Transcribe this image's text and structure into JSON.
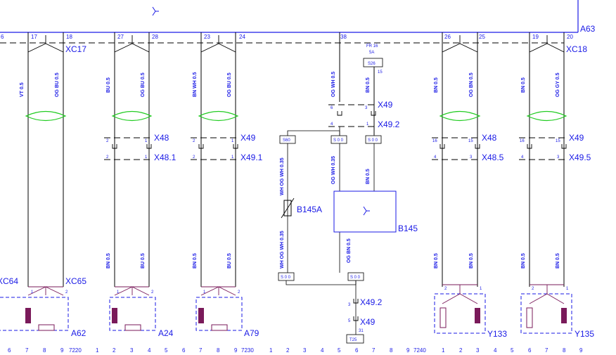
{
  "title": "A63",
  "top_pins": [
    "6",
    "17",
    "18",
    "27",
    "28",
    "23",
    "24",
    "38",
    "26",
    "25",
    "19",
    "20"
  ],
  "connectors": {
    "xc17": "XC17",
    "xc18": "XC18",
    "x48_a": "X48",
    "x48_1": "X48.1",
    "x49_a": "X49",
    "x49_1": "X49.1",
    "x49_b": "X49",
    "x49_2": "X49.2",
    "x48_b": "X48",
    "x48_5": "X48.5",
    "x49_c": "X49",
    "x49_5": "X49.5",
    "x49_2b": "X49.2",
    "x49_d": "X49",
    "xc64": "XC64",
    "xc65": "XC65"
  },
  "wire_labels": {
    "w1": "VT 0.5",
    "w2": "OG BU 0.5",
    "w3": "BU 0.5",
    "w4": "OG BU 0.5",
    "w5": "BN WH 0.5",
    "w6": "OG BU 0.5",
    "w7": "OG WH 0.5",
    "w8": "BN 0.5",
    "w9": "BN 0.5",
    "w10": "OG BN 0.5",
    "w11": "BN 0.5",
    "w12": "OG GY 0.5",
    "w13": "WH OG WH 0.35",
    "w14": "OG WH 0.35",
    "w15": "BN 0.5",
    "w16": "WH OG WH 0.35",
    "w17": "OG BN 0.5",
    "b1": "BN 0.5",
    "b2": "BU 0.5",
    "b3": "BN 0.5",
    "b4": "BU 0.5",
    "b5": "BN 0.5",
    "b6": "BN 0.5",
    "b7": "BN 0.5",
    "b8": "BN 0.5"
  },
  "fuse": {
    "name": "FR 16",
    "rating": "5A",
    "ref": "S26",
    "pin": "15"
  },
  "components": {
    "b145a": "B145A",
    "b145": "B145",
    "a62": "A62",
    "a24": "A24",
    "a79": "A79",
    "y133": "Y133",
    "y135": "Y135"
  },
  "splices": {
    "s1": "S60",
    "s2": "S 0 0",
    "s3": "S 0 0",
    "s4": "S 0 0",
    "s5": "S 0 0",
    "t25": "T25"
  },
  "small_pins": {
    "x49_6": "6",
    "x49_3": "3",
    "x49_4": "4",
    "x49_1": "1",
    "x48_2": "2",
    "x48_1": "1",
    "x49a_2": "2",
    "x49a_1": "1",
    "x48b_16": "16",
    "x48b_15": "15",
    "x48b_4": "4",
    "x48b_3": "3",
    "x49c_16": "16",
    "x49c_15": "15",
    "x49c_4": "4",
    "x49c_3": "3",
    "x492_3": "3",
    "x49d_5": "5",
    "x49d_31": "31",
    "a62_1": "1",
    "a62_2": "2",
    "a24_1": "1",
    "a24_2": "2",
    "a79_1": "1",
    "a79_2": "2",
    "y133_2": "2",
    "y133_1": "1",
    "y135_2": "2",
    "y135_1": "1"
  },
  "bottom_ruler": {
    "ticks1": [
      "6",
      "7",
      "8",
      "9"
    ],
    "ref1": "7220",
    "ticks2": [
      "1",
      "2",
      "3",
      "4",
      "5",
      "6",
      "7",
      "8",
      "9"
    ],
    "ref2": "7230",
    "ticks3": [
      "1",
      "2",
      "3",
      "4",
      "5",
      "6",
      "7",
      "8",
      "9"
    ],
    "ref3": "7240",
    "ticks4": [
      "1",
      "2",
      "3",
      "4",
      "5",
      "6",
      "7",
      "8",
      "9"
    ]
  }
}
